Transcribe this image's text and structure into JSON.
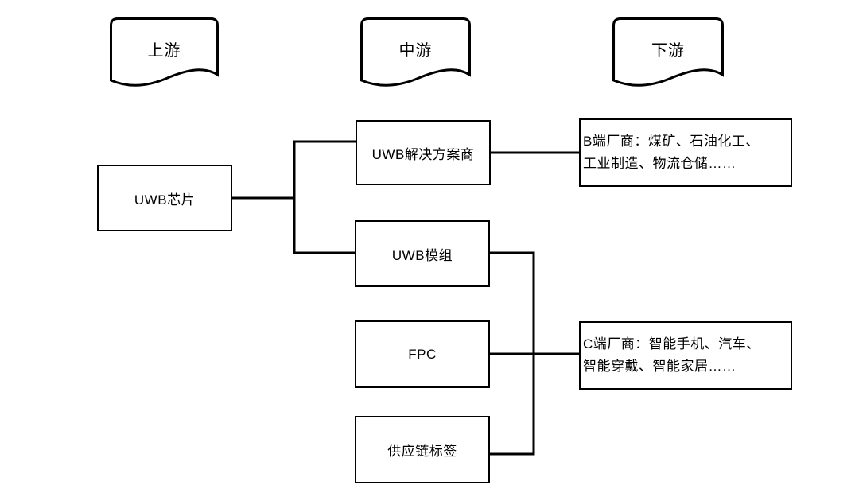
{
  "stages": [
    {
      "label": "上游"
    },
    {
      "label": "中游"
    },
    {
      "label": "下游"
    }
  ],
  "nodes": {
    "chip": {
      "label": "UWB芯片"
    },
    "solution": {
      "label": "UWB解决方案商"
    },
    "module": {
      "label": "UWB模组"
    },
    "fpc": {
      "label": "FPC"
    },
    "supply_tag": {
      "label": "供应链标签"
    },
    "b_customers": {
      "lines": [
        "B端厂商：煤矿、石油化工、",
        "工业制造、物流仓储……"
      ]
    },
    "c_customers": {
      "lines": [
        "C端厂商：智能手机、汽车、",
        "智能穿戴、智能家居……"
      ]
    }
  },
  "colors": {
    "stroke": "#000000",
    "fill": "#ffffff",
    "text": "#000000"
  }
}
